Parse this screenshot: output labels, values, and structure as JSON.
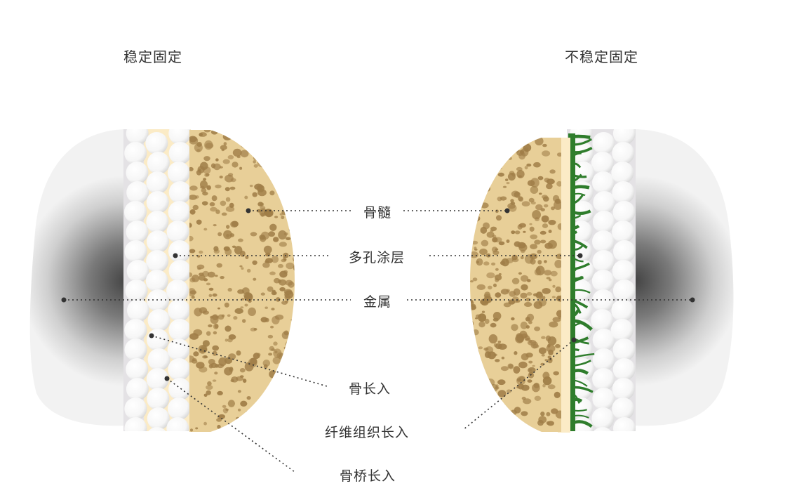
{
  "titles": {
    "left": "稳定固定",
    "right": "不稳定固定"
  },
  "labels": {
    "marrow": "骨髓",
    "porous_coating": "多孔涂层",
    "metal": "金属",
    "bone_ingrowth": "骨长入",
    "fibrous_ingrowth": "纤维组织长入",
    "bone_bridge_ingrowth": "骨桥长入"
  },
  "colors": {
    "metal_dark": "#4a4a4a",
    "metal_light": "#eeeeee",
    "coating_bg": "#e4e2e5",
    "bead": "#ffffff",
    "bone_fill": "#fbebc6",
    "marrow": "#e8cf98",
    "marrow_pore": "#a07e48",
    "fibrous": "#2f7d2c",
    "text": "#333333",
    "leader": "#333333"
  }
}
